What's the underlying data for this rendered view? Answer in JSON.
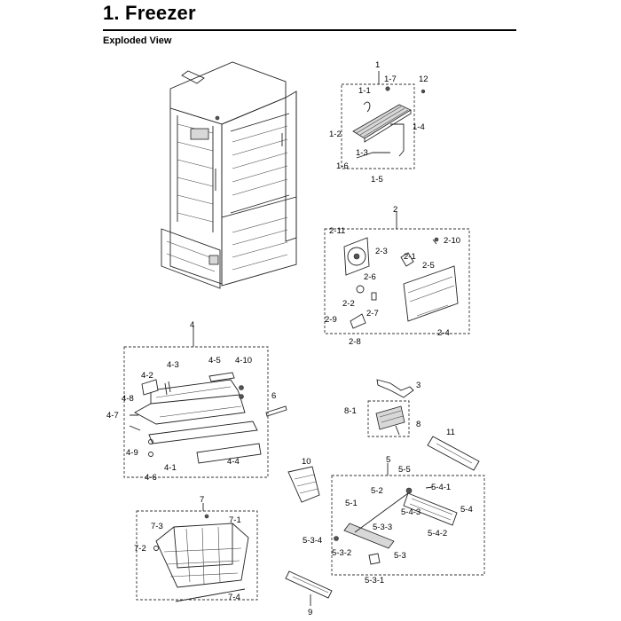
{
  "page": {
    "title": "1.  Freezer",
    "subtitle": "Exploded View"
  },
  "callouts": {
    "c1": "1",
    "c1_1": "1-1",
    "c1_2": "1-2",
    "c1_3": "1-3",
    "c1_4": "1-4",
    "c1_5": "1-5",
    "c1_6": "1-6",
    "c1_7": "1-7",
    "c12": "12",
    "c2": "2",
    "c2_1": "2-1",
    "c2_2": "2-2",
    "c2_3": "2-3",
    "c2_4": "2-4",
    "c2_5": "2-5",
    "c2_6": "2-6",
    "c2_7": "2-7",
    "c2_8": "2-8",
    "c2_9": "2-9",
    "c2_10": "2-10",
    "c2_11": "2-11",
    "c3": "3",
    "c4": "4",
    "c4_1": "4-1",
    "c4_2": "4-2",
    "c4_3": "4-3",
    "c4_4": "4-4",
    "c4_5": "4-5",
    "c4_6": "4-6",
    "c4_7": "4-7",
    "c4_8": "4-8",
    "c4_9": "4-9",
    "c4_10": "4-10",
    "c5": "5",
    "c5_1": "5-1",
    "c5_2": "5-2",
    "c5_3": "5-3",
    "c5_3_1": "5-3-1",
    "c5_3_2": "5-3-2",
    "c5_3_3": "5-3-3",
    "c5_3_4": "5-3-4",
    "c5_4": "5-4",
    "c5_4_1": "5-4-1",
    "c5_4_2": "5-4-2",
    "c5_4_3": "5-4-3",
    "c5_5": "5-5",
    "c6": "6",
    "c7": "7",
    "c7_1": "7-1",
    "c7_2": "7-2",
    "c7_3": "7-3",
    "c7_4": "7-4",
    "c8": "8",
    "c8_1": "8-1",
    "c9": "9",
    "c10": "10",
    "c11": "11"
  }
}
